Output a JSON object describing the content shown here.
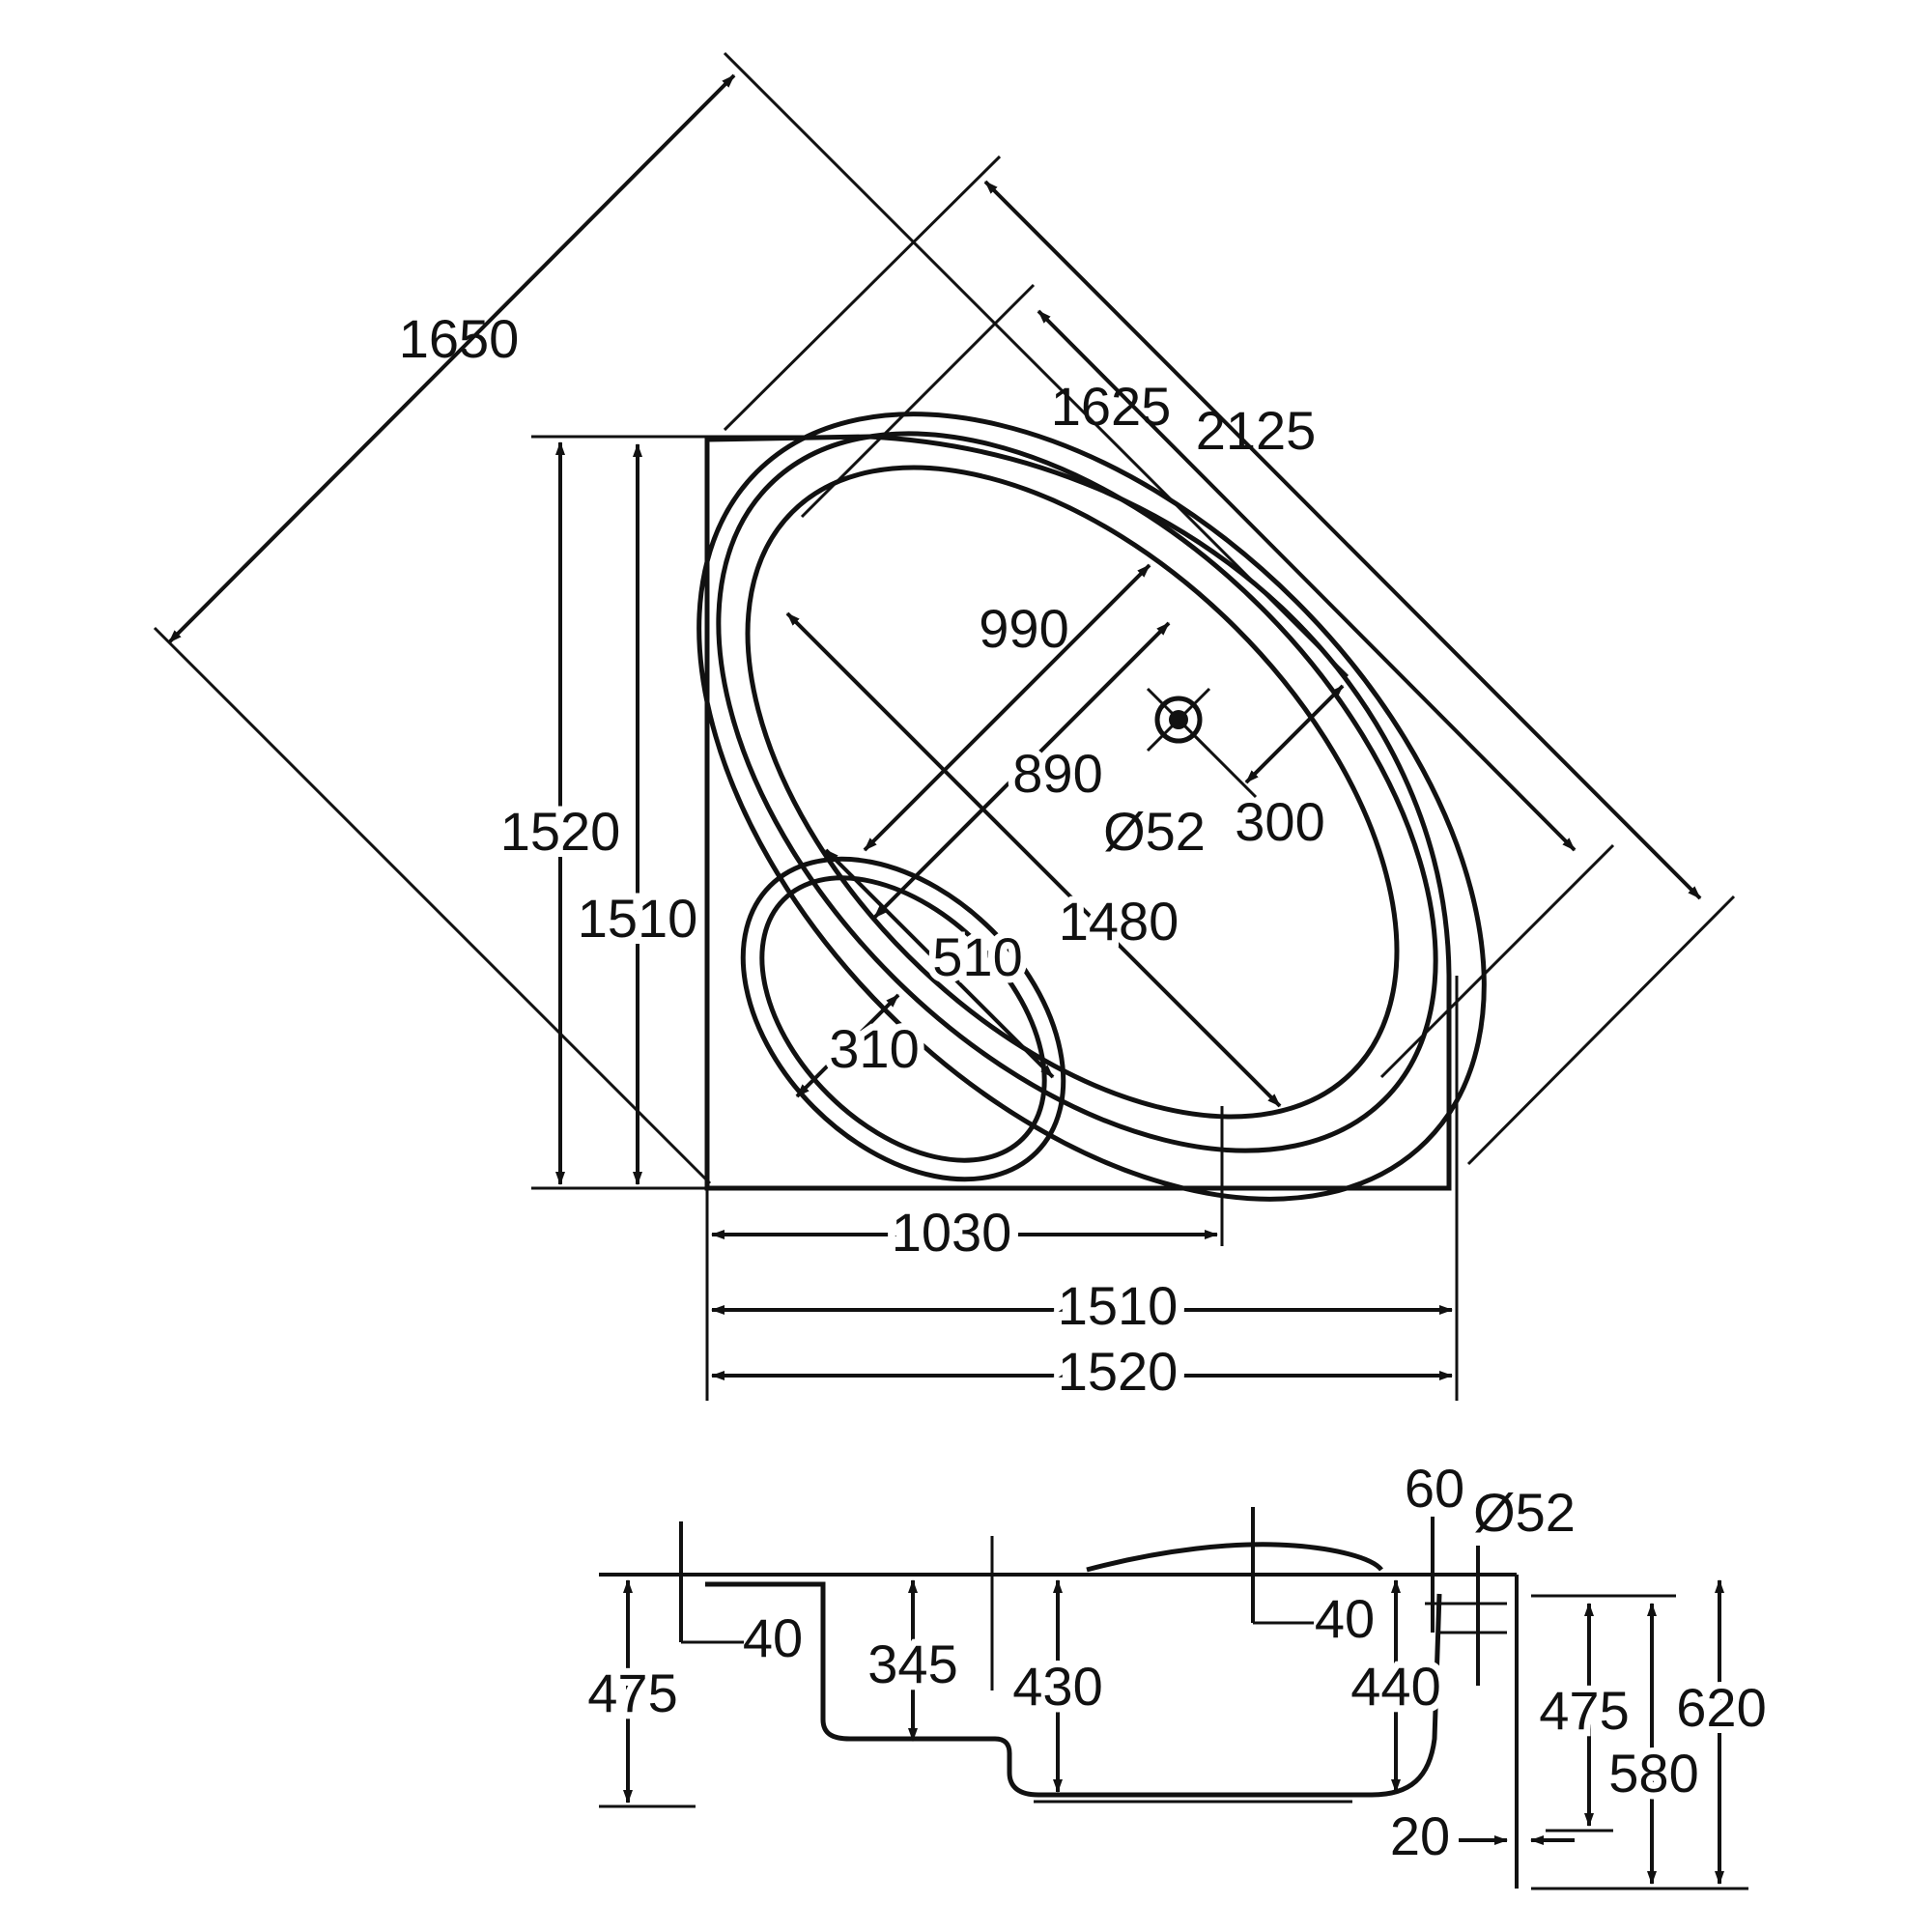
{
  "diagram": {
    "plan_view": {
      "diagonal_dims": {
        "overall": "1650",
        "back_edge": "1625",
        "front_edge": "2125"
      },
      "vertical_dims": {
        "outer": "1520",
        "inner": "1510"
      },
      "horizontal_dims": {
        "drain_offset": "1030",
        "inner": "1510",
        "outer": "1520"
      },
      "basin_dims": {
        "width": "990",
        "inner_width": "890",
        "length": "1480",
        "seat": "510",
        "seat_depth": "310",
        "drain_offset": "300",
        "drain_diameter": "Ø52"
      }
    },
    "section_view": {
      "left_dims": {
        "rim": "40",
        "height": "475",
        "depth_step": "345"
      },
      "center_dims": {
        "depth": "430",
        "rim_rise": "40",
        "depth_right": "440"
      },
      "right_dims": {
        "top_gap": "60",
        "overflow_diameter": "Ø52",
        "leg_height": "475",
        "height_580": "580",
        "total_height": "620",
        "foot": "20"
      }
    }
  }
}
